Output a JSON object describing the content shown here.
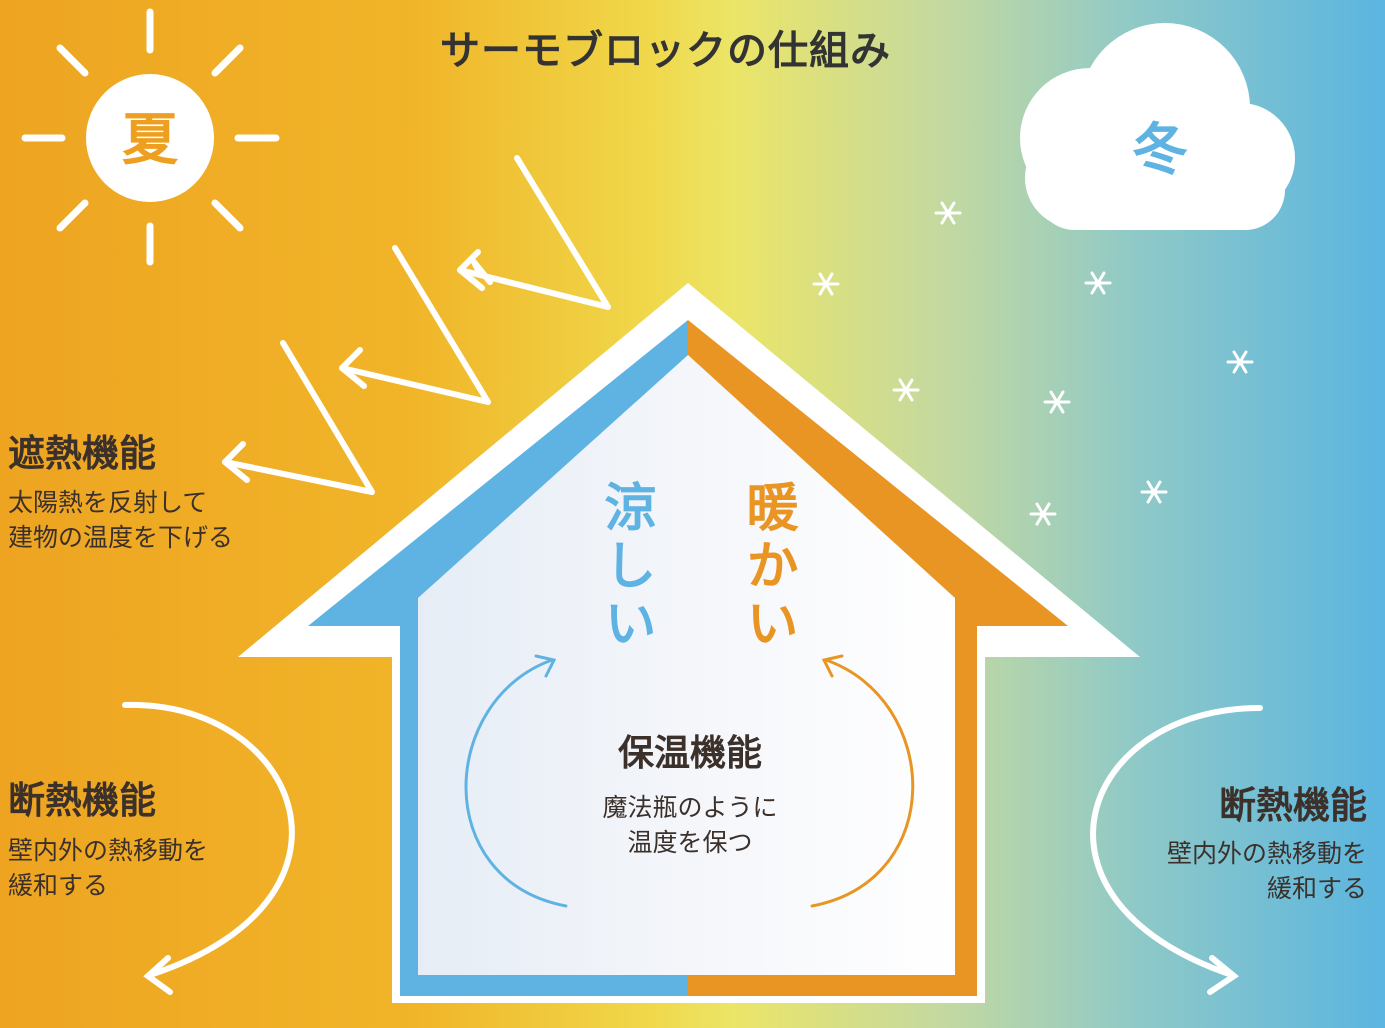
{
  "title": "サーモブロックの仕組み",
  "seasons": {
    "summer": "夏",
    "winter": "冬"
  },
  "house": {
    "cool_label": "涼しい",
    "warm_label": "暖かい"
  },
  "left_top": {
    "heading": "遮熱機能",
    "lines": [
      "太陽熱を反射して",
      "建物の温度を下げる"
    ]
  },
  "left_bottom": {
    "heading": "断熱機能",
    "lines": [
      "壁内外の熱移動を",
      "緩和する"
    ]
  },
  "right_bottom": {
    "heading": "断熱機能",
    "lines": [
      "壁内外の熱移動を",
      "緩和する"
    ]
  },
  "center": {
    "heading": "保温機能",
    "lines": [
      "魔法瓶のように",
      "温度を保つ"
    ]
  },
  "colors": {
    "cool": "#5fb3e3",
    "warm": "#e89524",
    "text": "#3b302a"
  },
  "icons": [
    "sun-icon",
    "cloud-icon",
    "snowflake-icon",
    "reflect-arrow-icon",
    "curved-arrow-icon"
  ]
}
